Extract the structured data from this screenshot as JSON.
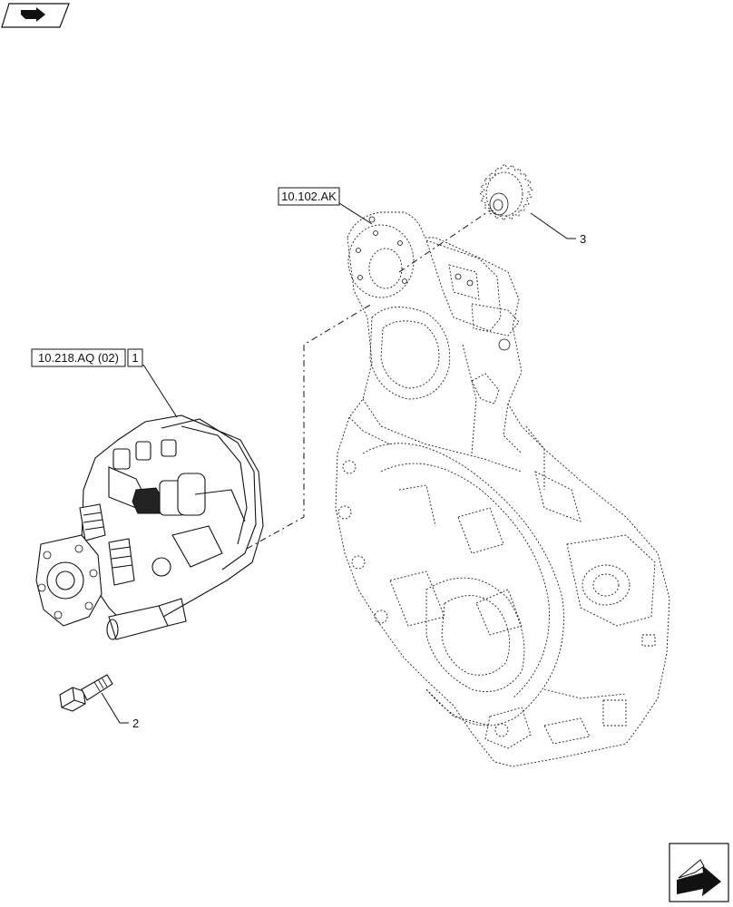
{
  "callouts": {
    "ref_housing": "10.102.AK",
    "ref_pump": "10.218.AQ (02)",
    "item_pump": "1",
    "item_bolt": "2",
    "item_gear": "3"
  },
  "icons": {
    "top_left": "book-arrow-icon",
    "bottom_right": "next-page-arrow-icon"
  }
}
